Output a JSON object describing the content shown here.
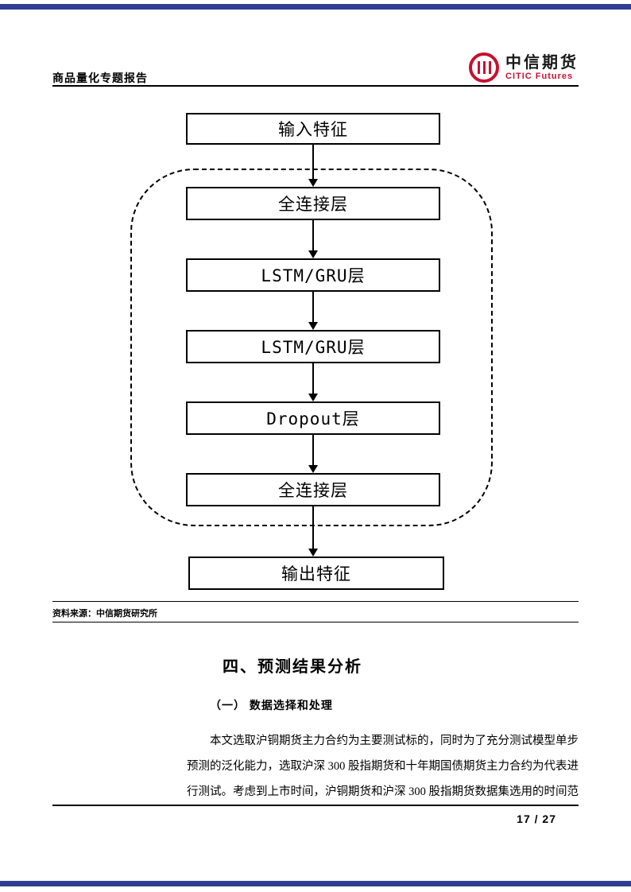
{
  "header": {
    "report_title": "商品量化专题报告",
    "logo": {
      "cn": "中信期货",
      "en": "CITIC Futures"
    }
  },
  "figure": {
    "input_node": "输入特征",
    "inner_nodes": [
      "全连接层",
      "LSTM/GRU层",
      "LSTM/GRU层",
      "Dropout层",
      "全连接层"
    ],
    "output_node": "输出特征",
    "source_note": "资料来源：中信期货研究所"
  },
  "content": {
    "section_title": "四、预测结果分析",
    "subsection_title": "（一） 数据选择和处理",
    "paragraph": "本文选取沪铜期货主力合约为主要测试标的，同时为了充分测试模型单步预测的泛化能力，选取沪深 300 股指期货和十年期国债期货主力合约为代表进行测试。考虑到上市时间，沪铜期货和沪深 300 股指期货数据集选用的时间范"
  },
  "footer": {
    "page_number": "17 / 27"
  },
  "colors": {
    "accent_bar_blue": "#2E3F93",
    "citic_red": "#C8102E"
  }
}
